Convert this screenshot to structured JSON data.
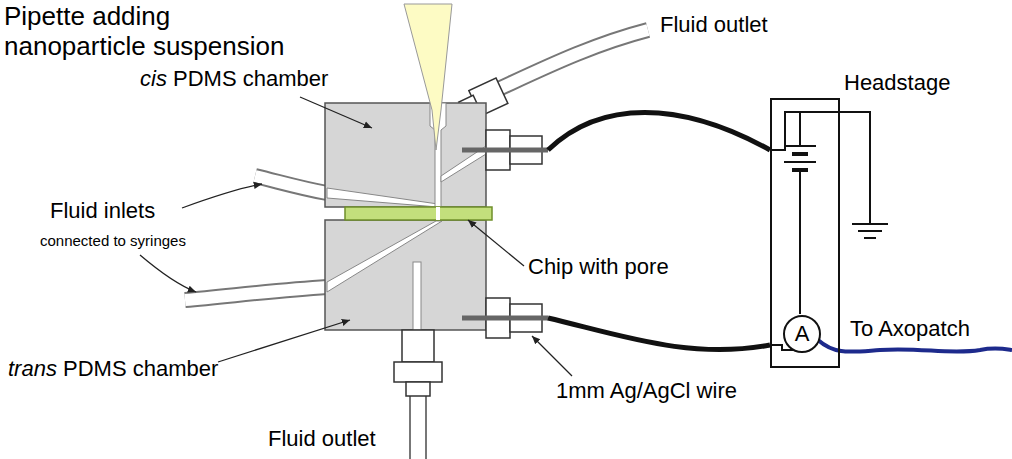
{
  "diagram": {
    "nodes": [
      {
        "text": [
          "Headstage"
        ]
      },
      {
        "text": [
          "A"
        ],
        "in": 0
      }
    ],
    "labels": [
      "Pipette adding nanoparticle suspension",
      "Fluid outlet",
      "cis PDMS chamber",
      "Fluid inlets",
      "connected to syringes",
      "Chip with pore",
      "To Axopatch",
      "trans PDMS chamber",
      "1mm Ag/AgCl wire",
      "Fluid outlet"
    ]
  }
}
